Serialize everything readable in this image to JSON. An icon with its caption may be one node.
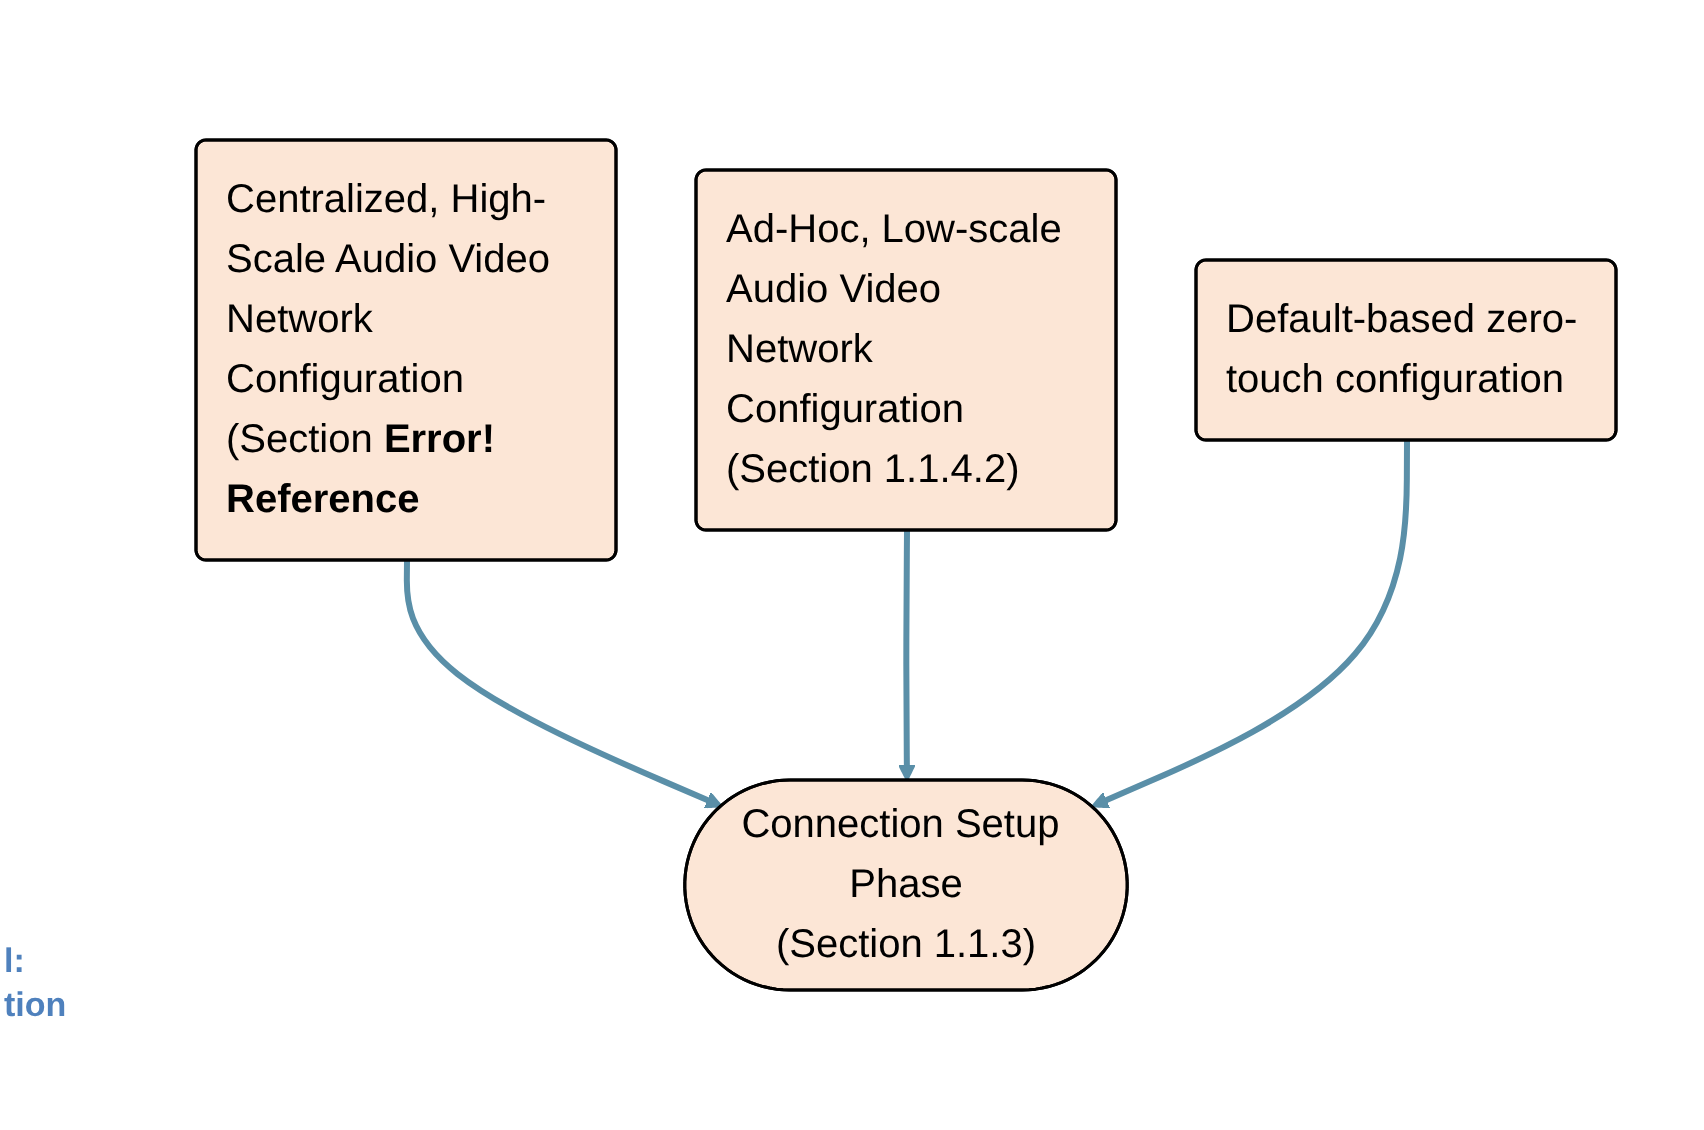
{
  "diagram": {
    "nodes": [
      {
        "text": [
          "Centralized, High-Scale Audio Video Network Configuration",
          "(Section **Error! Reference**"
        ]
      },
      {
        "text": [
          "Ad-Hoc, Low-scale Audio Video Network Configuration",
          "(Section 1.1.4.2)"
        ]
      },
      {
        "text": [
          "Default-based zero-touch configuration"
        ]
      },
      {
        "text": [
          "Connection Setup Phase",
          "(Section 1.1.3)"
        ]
      }
    ],
    "edges": [
      {
        "from": 0,
        "to": 3,
        "arrow": "to"
      },
      {
        "from": 1,
        "to": 3,
        "arrow": "to"
      },
      {
        "from": 2,
        "to": 3,
        "arrow": "to"
      }
    ],
    "labels": [
      "l:",
      "tion"
    ]
  }
}
